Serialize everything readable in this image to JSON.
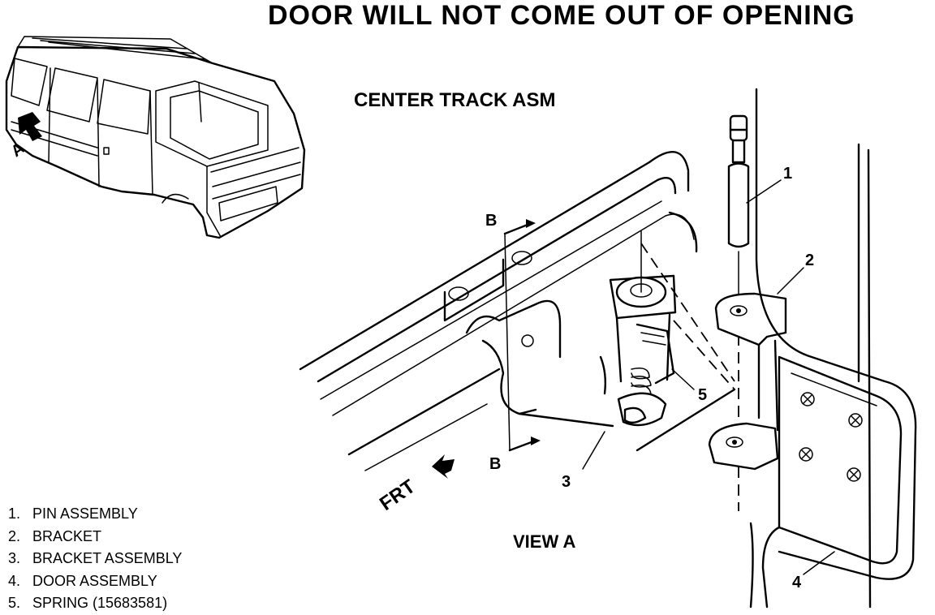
{
  "title": "DOOR WILL NOT COME OUT OF OPENING",
  "subtitle": "CENTER TRACK ASM",
  "view_label": "VIEW A",
  "section_label": "B",
  "view_marker": "A",
  "front_label": "FRT",
  "callouts": [
    "1",
    "2",
    "3",
    "4",
    "5"
  ],
  "legend": [
    {
      "num": "1.",
      "text": "PIN ASSEMBLY"
    },
    {
      "num": "2.",
      "text": "BRACKET"
    },
    {
      "num": "3.",
      "text": "BRACKET ASSEMBLY"
    },
    {
      "num": "4.",
      "text": "DOOR ASSEMBLY"
    },
    {
      "num": "5.",
      "text": "SPRING (15683581)"
    }
  ]
}
